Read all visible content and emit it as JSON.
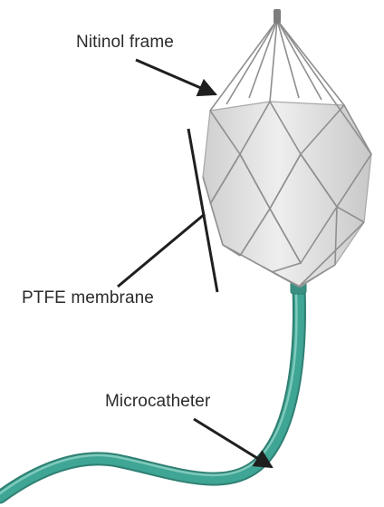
{
  "labels": {
    "frame": "Nitinol frame",
    "membrane": "PTFE membrane",
    "catheter": "Microcatheter"
  },
  "colors": {
    "background": "#ffffff",
    "frame_wire": "#8f8f8f",
    "membrane_fill": "#dcdcdc",
    "catheter": "#3fa595",
    "catheter_highlight": "#8fd3c6",
    "leader_line": "#1f1f1f",
    "label_text": "#2b2b2b"
  }
}
